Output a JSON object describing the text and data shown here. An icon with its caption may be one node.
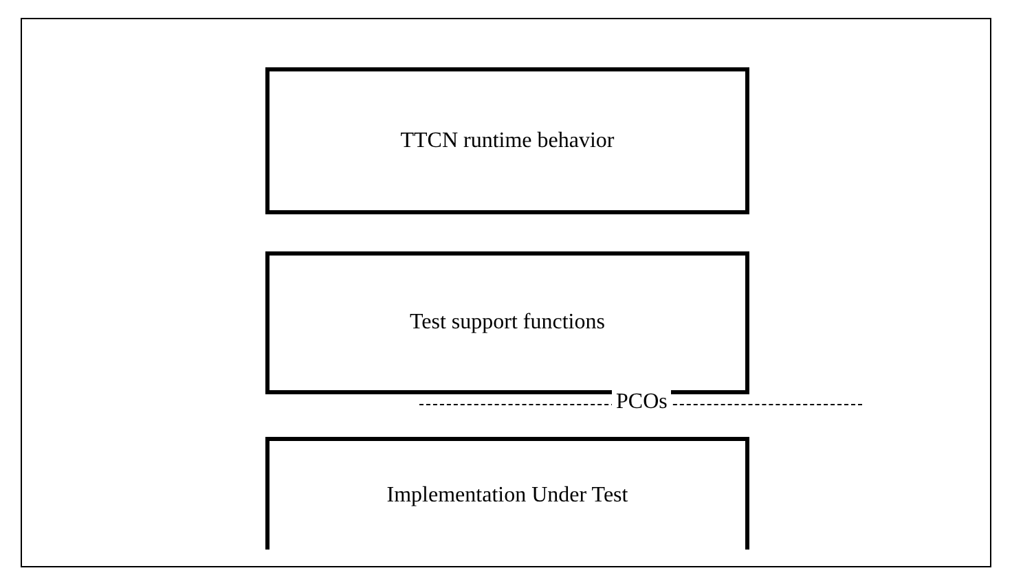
{
  "diagram": {
    "nodes": [
      {
        "text": [
          "TTCN runtime behavior"
        ]
      },
      {
        "text": [
          "Test support functions"
        ]
      },
      {
        "text": [
          "Implementation Under Test"
        ]
      }
    ],
    "labels": [
      "PCOs"
    ]
  }
}
